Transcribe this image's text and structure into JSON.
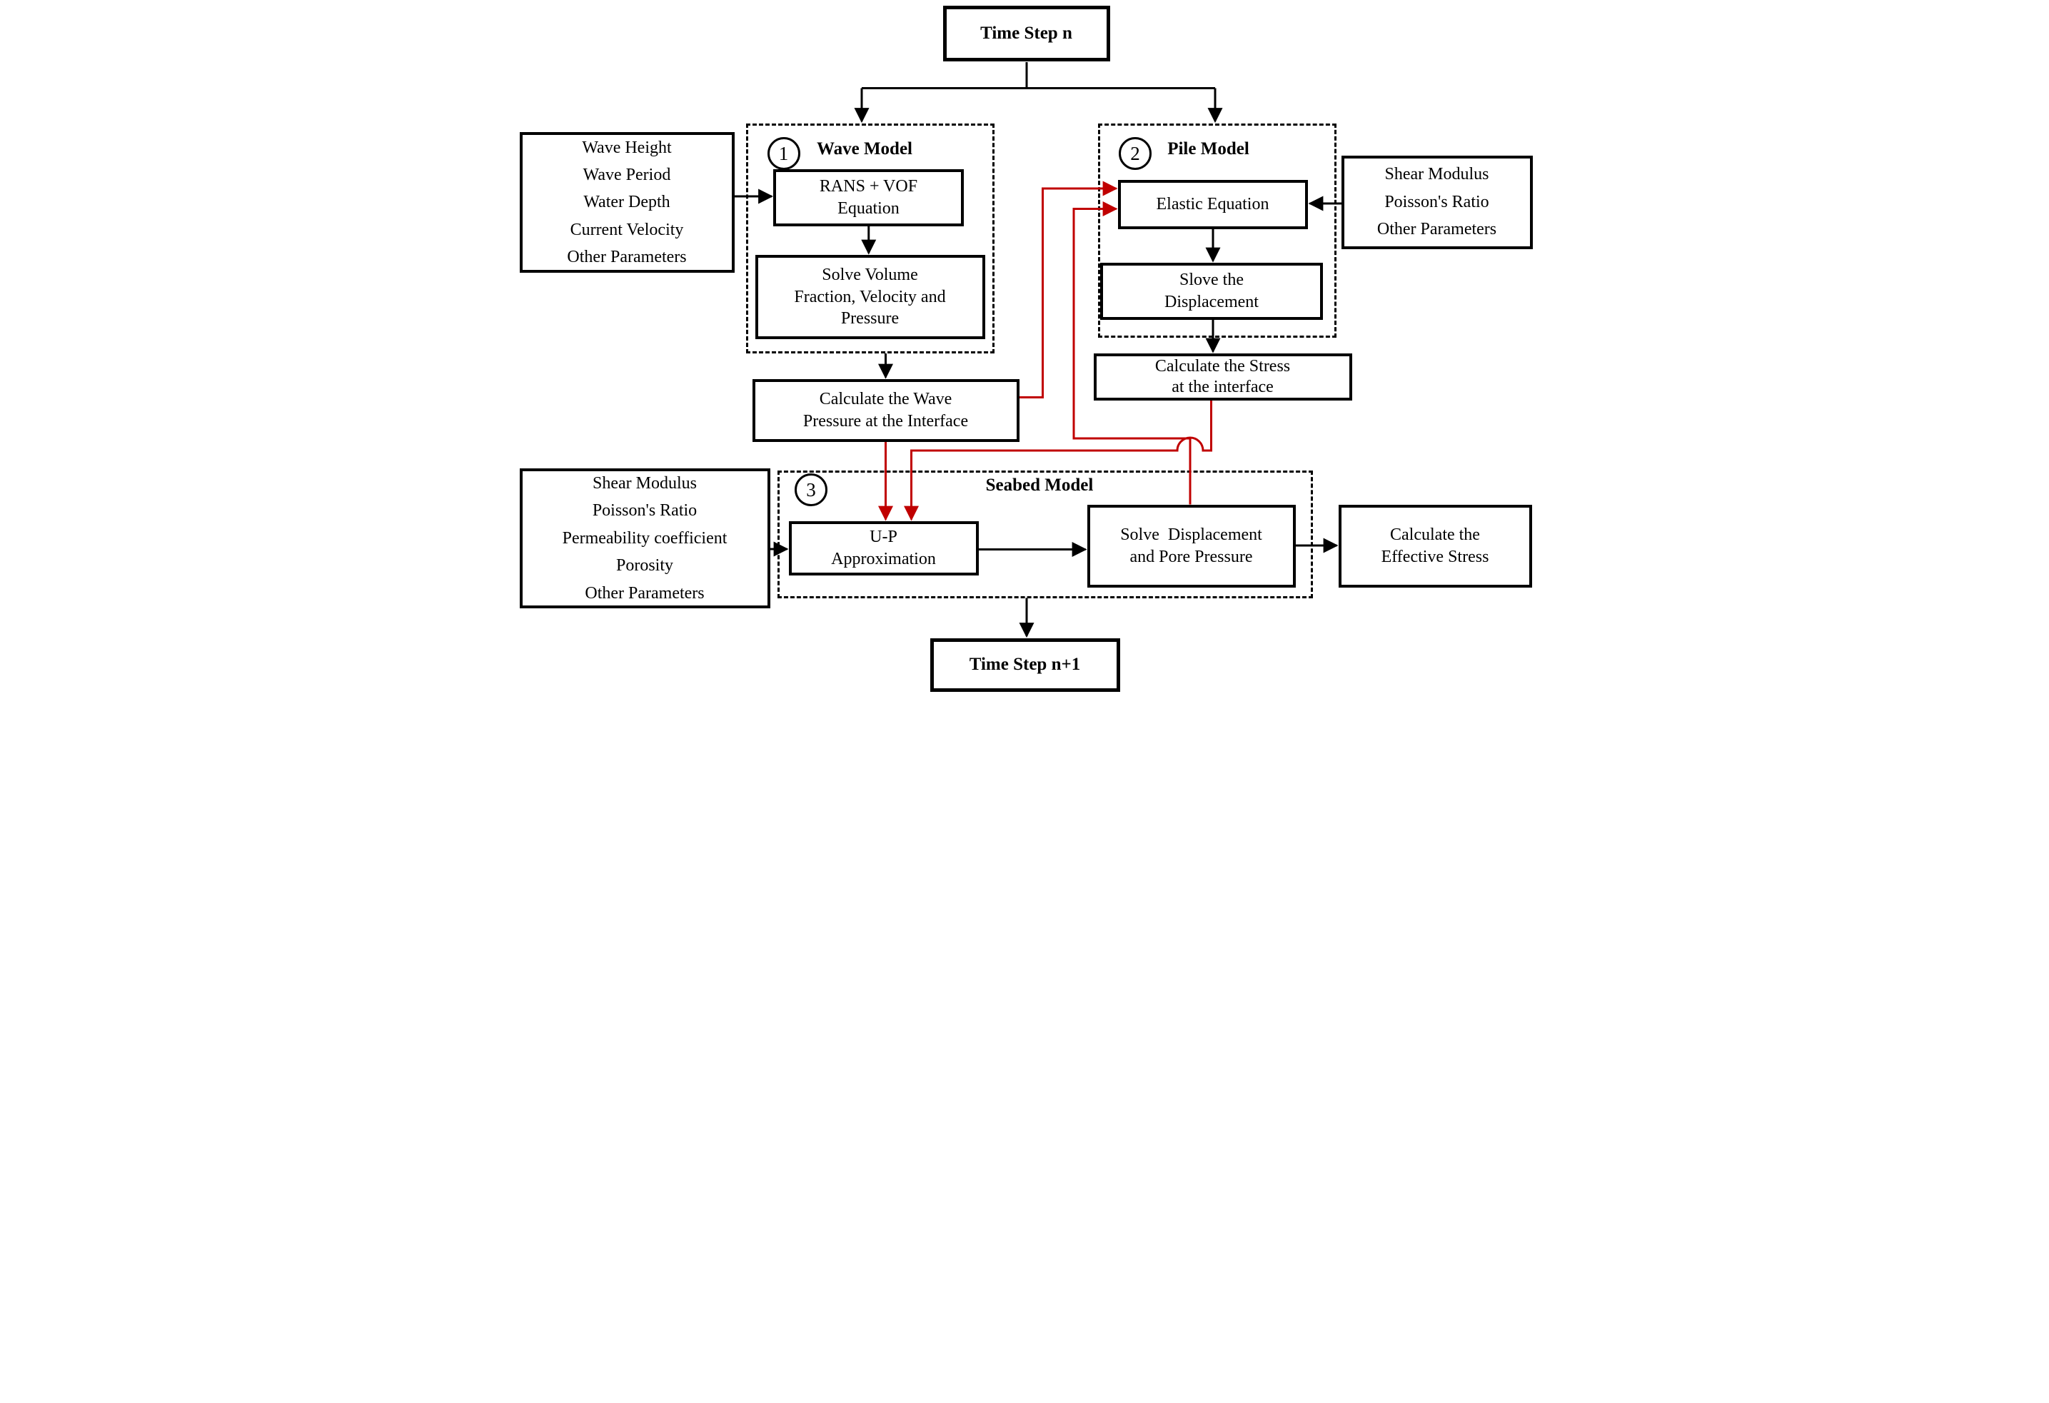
{
  "colors": {
    "ink": "#000000",
    "feedback": "#c00000",
    "paper": "#ffffff"
  },
  "nodes": {
    "time_step_n": {
      "label": "Time Step n"
    },
    "wave_inputs": {
      "label": "Wave Height\nWave Period\nWater Depth\nCurrent Velocity\nOther Parameters"
    },
    "rans_vof": {
      "label": "RANS + VOF\nEquation"
    },
    "solve_volume": {
      "label": "Solve Volume\nFraction, Velocity and\nPressure"
    },
    "wave_pressure": {
      "label": "Calculate the Wave\nPressure at the Interface"
    },
    "elastic_equation": {
      "label": "Elastic Equation"
    },
    "pile_inputs": {
      "label": "Shear Modulus\nPoisson's Ratio\nOther Parameters"
    },
    "slove_displacement": {
      "label": "Slove the\nDisplacement"
    },
    "stress_interface": {
      "label": "Calculate the Stress\nat the interface"
    },
    "seabed_inputs": {
      "label": "Shear Modulus\nPoisson's Ratio\nPermeability coefficient\nPorosity\nOther Parameters"
    },
    "up_approximation": {
      "label": "U-P\nApproximation"
    },
    "solve_disp_pore": {
      "label": "Solve  Displacement\nand Pore Pressure"
    },
    "effective_stress": {
      "label": "Calculate the\nEffective Stress"
    },
    "time_step_n1": {
      "label": "Time Step n+1"
    }
  },
  "groups": {
    "wave": {
      "number": "1",
      "title": "Wave Model"
    },
    "pile": {
      "number": "2",
      "title": "Pile Model"
    },
    "seabed": {
      "number": "3",
      "title": "Seabed Model"
    }
  }
}
